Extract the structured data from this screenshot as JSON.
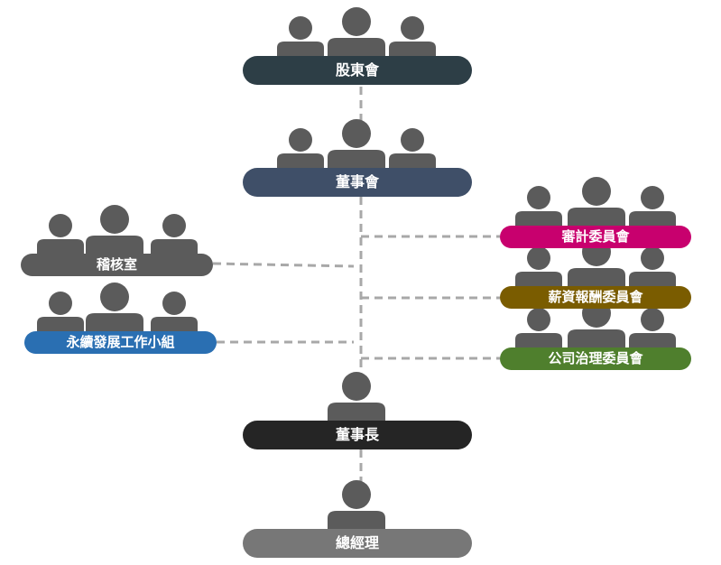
{
  "colors": {
    "connector": "#a8a8a8",
    "figure": "#5b5b5b",
    "text": "#ffffff"
  },
  "nodes": {
    "shareholders": {
      "label": "股東會",
      "color": "#2d3e46",
      "figures": 3
    },
    "board": {
      "label": "董事會",
      "color": "#3f4f68",
      "figures": 3
    },
    "audit": {
      "label": "稽核室",
      "color": "#5b5b5b",
      "figures": 3
    },
    "sustainability": {
      "label": "永續發展工作小組",
      "color": "#2a6fb2",
      "figures": 3
    },
    "audit_committee": {
      "label": "審計委員會",
      "color": "#c8006e",
      "figures": 3
    },
    "compensation_committee": {
      "label": "薪資報酬委員會",
      "color": "#7a5c00",
      "figures": 3
    },
    "governance_committee": {
      "label": "公司治理委員會",
      "color": "#4f7f2d",
      "figures": 3
    },
    "chairman": {
      "label": "董事長",
      "color": "#252525",
      "figures": 1
    },
    "president": {
      "label": "總經理",
      "color": "#777777",
      "figures": 1
    }
  }
}
